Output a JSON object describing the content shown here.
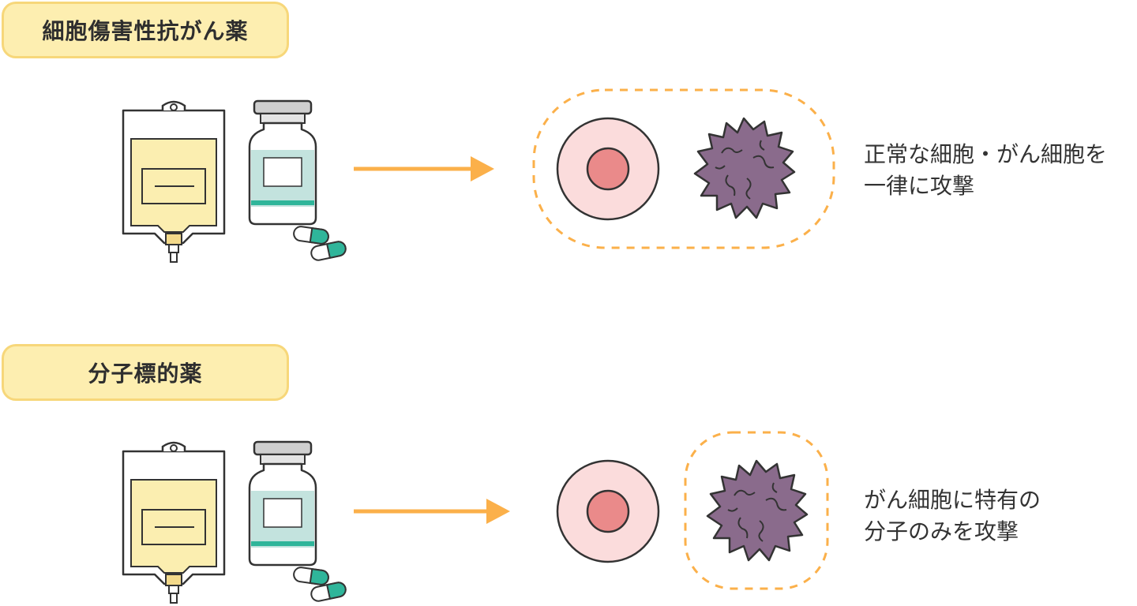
{
  "sections": {
    "cytotoxic": {
      "label": "細胞傷害性抗がん薬",
      "desc_line1": "正常な細胞・がん細胞を",
      "desc_line2": "一律に攻撃"
    },
    "targeted": {
      "label": "分子標的薬",
      "desc_line1": "がん細胞に特有の",
      "desc_line2": "分子のみを攻撃"
    }
  },
  "icons": [
    "iv-bag-icon",
    "medicine-bottle-icon",
    "capsule-icon",
    "arrow-right-icon",
    "normal-cell-icon",
    "cancer-cell-icon"
  ],
  "colors": {
    "label_bg": "#fdeeb0",
    "label_border": "#f7d77a",
    "arrow": "#fbb04a",
    "dashed_border": "#fbb04a",
    "normal_cell_outer": "#fbdcdc",
    "normal_cell_nucleus": "#ea8a8a",
    "cancer_cell": "#8a6b8c",
    "iv_fluid": "#fbeeb0",
    "bottle_liquid": "#c3e3de",
    "bottle_band": "#2fb59a",
    "capsule_teal": "#2fb59a",
    "bottle_cap": "#cfcfcf"
  }
}
